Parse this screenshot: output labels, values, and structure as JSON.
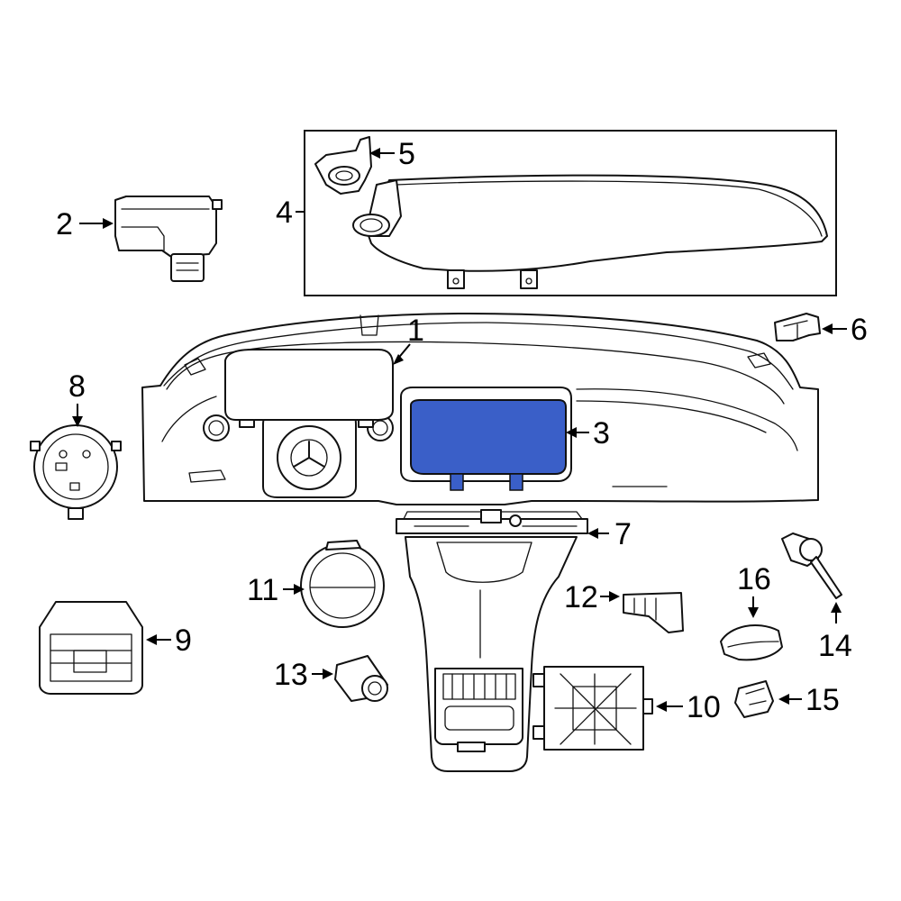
{
  "callouts": {
    "c1": "1",
    "c2": "2",
    "c3": "3",
    "c4": "4",
    "c5": "5",
    "c6": "6",
    "c7": "7",
    "c8": "8",
    "c9": "9",
    "c10": "10",
    "c11": "11",
    "c12": "12",
    "c13": "13",
    "c14": "14",
    "c15": "15",
    "c16": "16"
  },
  "colors": {
    "highlight": "#3a5fc8",
    "line": "#111111",
    "background": "#ffffff"
  }
}
